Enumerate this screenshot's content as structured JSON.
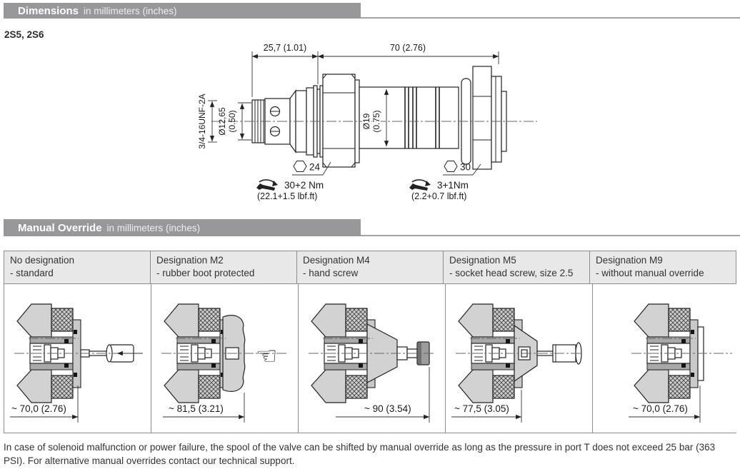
{
  "sections": {
    "dimensions": {
      "title": "Dimensions",
      "subtitle": "in millimeters (inches)"
    },
    "manual_override": {
      "title": "Manual Override",
      "subtitle": "in millimeters (inches)"
    }
  },
  "model": "2S5, 2S6",
  "dimensions_drawing": {
    "dim_length_nose": "25,7 (1.01)",
    "dim_length_solenoid": "70 (2.76)",
    "thread_label": "3/4-16UNF-2A",
    "dia_nose": "Ø12,65",
    "dia_nose_in": "(0.50)",
    "dia_tube": "Ø19",
    "dia_tube_in": "(0.75)",
    "hex_cartridge": "24",
    "hex_nut": "30",
    "torque_cartridge_nm": "30+2 Nm",
    "torque_cartridge_lbf": "(22.1+1.5 lbf.ft)",
    "torque_nut_nm": "3+1Nm",
    "torque_nut_lbf": "(2.2+0.7 lbf.ft)"
  },
  "override_table": {
    "columns": [
      {
        "title": "No designation",
        "subtitle": "- standard",
        "dim": "~ 70,0 (2.76)"
      },
      {
        "title": "Designation M2",
        "subtitle": "- rubber boot protected",
        "dim": "~ 81,5 (3.21)"
      },
      {
        "title": "Designation M4",
        "subtitle": "- hand screw",
        "dim": "~ 90 (3.54)"
      },
      {
        "title": "Designation M5",
        "subtitle": "- socket head screw, size 2.5",
        "dim": "~ 77,5 (3.05)"
      },
      {
        "title": "Designation M9",
        "subtitle": "- without manual override",
        "dim": "~ 70,0 (2.76)"
      }
    ]
  },
  "footer": {
    "note": "In case of solenoid malfunction or power failure, the spool of the valve can be shifted by manual override as long as the pressure in port T does not exceed 25 bar (363 PSI). For alternative manual overrides contact our technical support."
  },
  "colors": {
    "header_bar": "#98989a",
    "table_header_bg": "#e8e8e8",
    "table_border": "#8e8e8e",
    "text": "#3a3a3a",
    "drawing_line": "#222222"
  }
}
